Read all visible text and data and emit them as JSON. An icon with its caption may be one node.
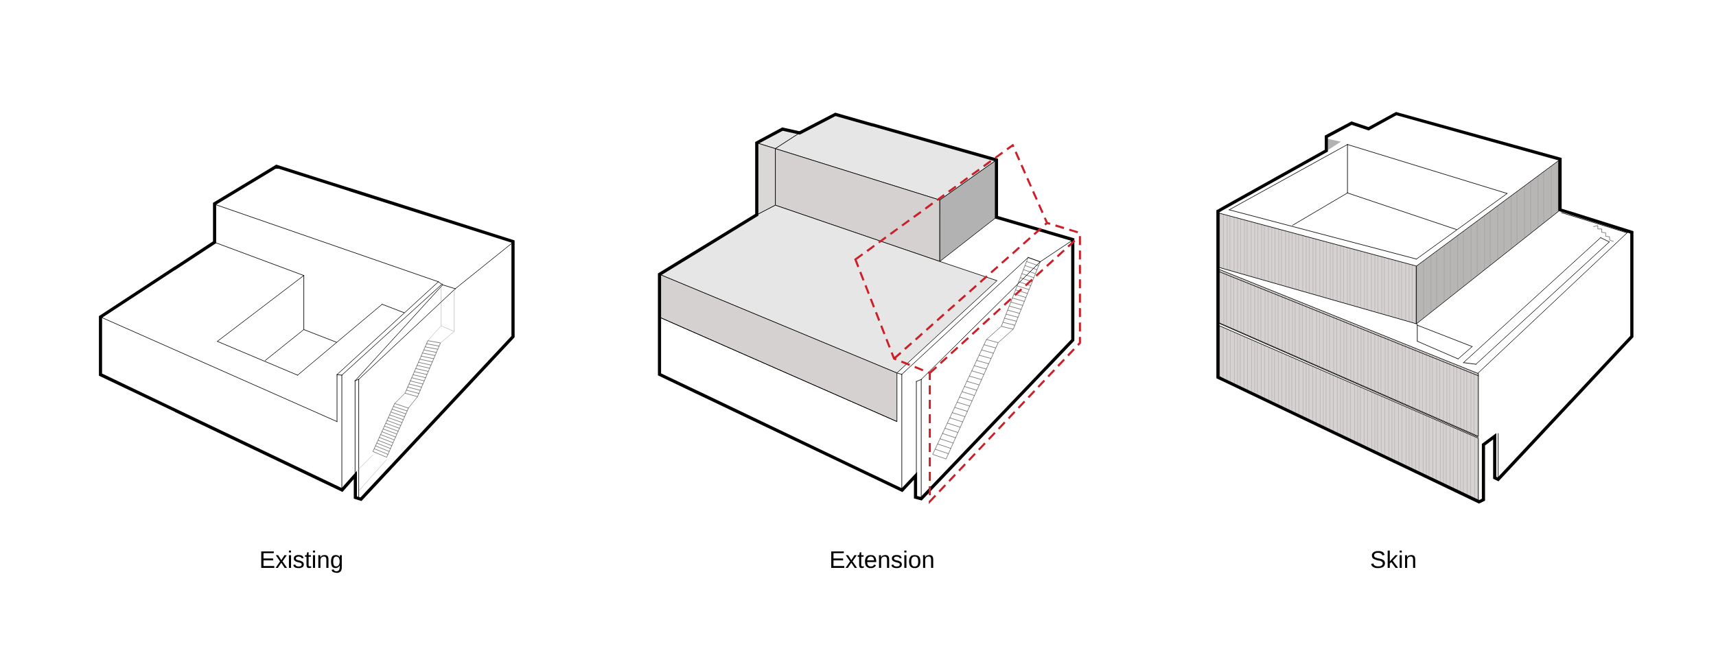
{
  "diagram": {
    "labels": [
      "Existing",
      "Extension",
      "Skin"
    ]
  }
}
